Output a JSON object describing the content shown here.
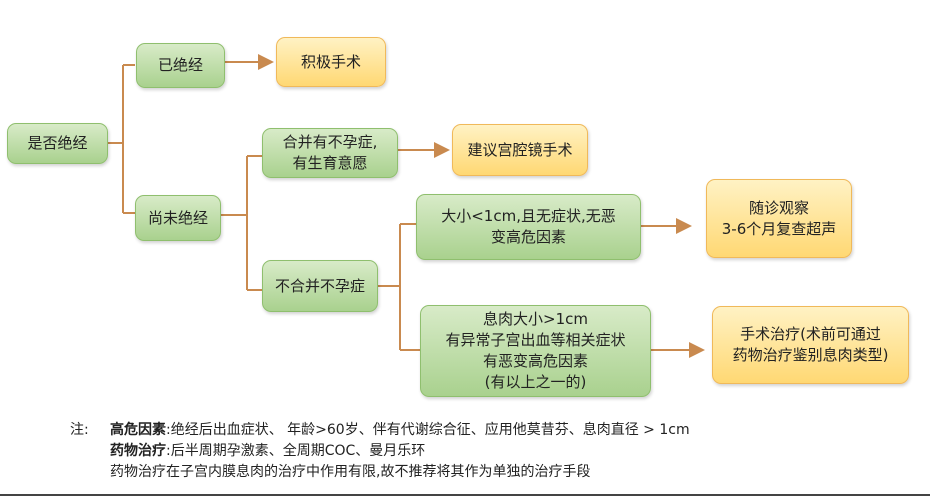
{
  "colors": {
    "green_fill": "#a9d18e",
    "orange_fill": "#ffd873",
    "connector": "#c98a4f"
  },
  "nodes": {
    "root": "是否绝经",
    "menopause_yes": "已绝经",
    "active_surgery": "积极手术",
    "menopause_no": "尚未绝经",
    "infertile_lines": [
      "合并有不孕症,",
      "有生育意愿"
    ],
    "hysteroscopy": "建议宫腔镜手术",
    "not_infertile": "不合并不孕症",
    "small_lines": [
      "大小<1cm,且无症状,无恶",
      "变高危因素"
    ],
    "followup_lines": [
      "随诊观察",
      "3-6个月复查超声"
    ],
    "large_lines": [
      "息肉大小>1cm",
      "有异常子宫出血等相关症状",
      "有恶变高危因素",
      "(有以上之一的)"
    ],
    "surgery_lines": [
      "手术治疗(术前可通过",
      "药物治疗鉴别息肉类型)"
    ]
  },
  "notes": {
    "prefix": "注:",
    "line1_label": "高危因素",
    "line1_text": ":绝经后出血症状、 年龄>60岁、伴有代谢综合征、应用他莫昔芬、息肉直径 > 1cm",
    "line2_label": "药物治疗",
    "line2_text": ":后半周期孕激素、全周期COC、曼月乐环",
    "line3_text": "药物治疗在子宫内膜息肉的治疗中作用有限,故不推荐将其作为单独的治疗手段"
  }
}
